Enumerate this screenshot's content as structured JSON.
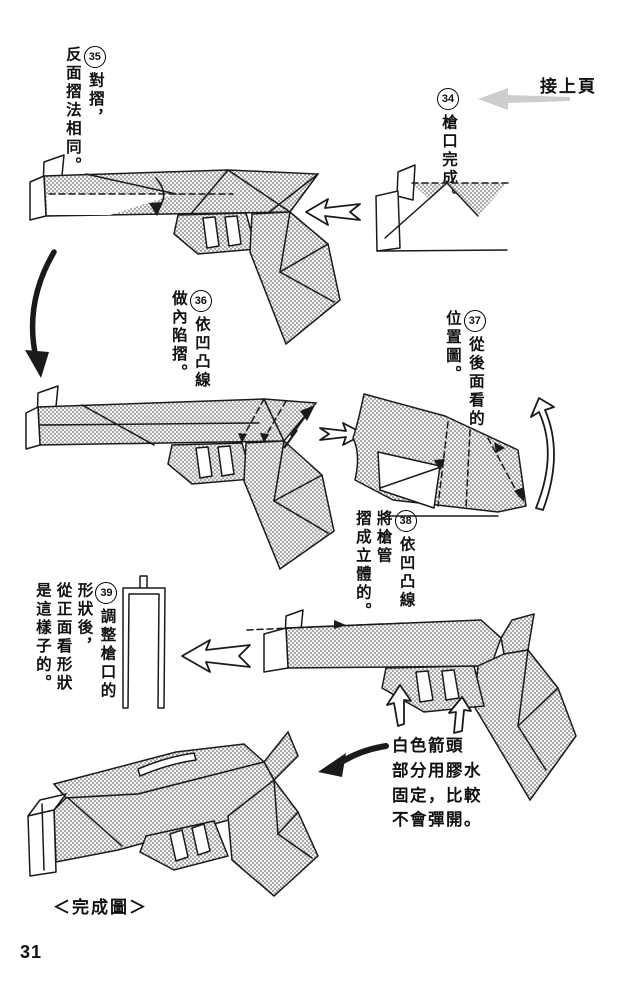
{
  "page": {
    "number": "31",
    "continuation_label": "接上頁",
    "finished_label": "＜完成圖＞"
  },
  "steps": {
    "s34": {
      "num": "34",
      "lines": [
        "槍口完成。"
      ]
    },
    "s35": {
      "num": "35",
      "lines": [
        "對摺，",
        "反面摺法相同。"
      ]
    },
    "s36": {
      "num": "36",
      "lines": [
        "依凹凸線",
        "做內陷摺。"
      ]
    },
    "s37": {
      "num": "37",
      "lines": [
        "從後面看的",
        "位置圖。"
      ]
    },
    "s38": {
      "num": "38",
      "lines": [
        "依凹凸線",
        "將槍管",
        "摺成立體的。"
      ]
    },
    "s39": {
      "num": "39",
      "lines": [
        "調整槍口的",
        "形狀後，",
        "從正面看形狀",
        "是這樣子的。"
      ]
    }
  },
  "note": {
    "lines": [
      "白色箭頭",
      "部分用膠水",
      "固定，比較",
      "不會彈開。"
    ]
  },
  "icons": {
    "continuation_arrow": "halftone-left-arrow",
    "step_flow_arrow": "white-outline-arrow",
    "fold_direction_arrow": "black-curved-arrow",
    "rotate_view_arrow": "white-curved-arrow",
    "glue_spot_arrow": "small-white-arrow"
  },
  "colors": {
    "paper": "#ffffff",
    "ink": "#1a1a1a",
    "halftone": "#c8c8c8"
  }
}
